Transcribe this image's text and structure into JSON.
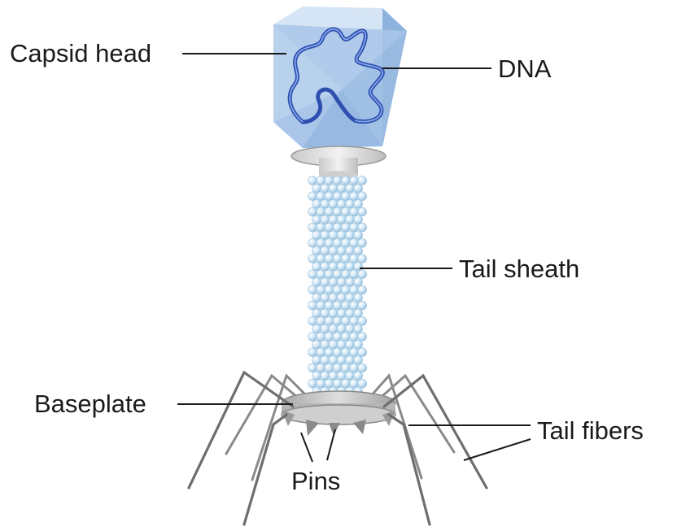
{
  "labels": {
    "capsid_head": "Capsid head",
    "dna": "DNA",
    "tail_sheath": "Tail sheath",
    "baseplate": "Baseplate",
    "tail_fibers": "Tail fibers",
    "pins": "Pins"
  },
  "colors": {
    "capsid_face_light": "#c9dcf1",
    "capsid_face_mid": "#a9c5e8",
    "capsid_face_dark": "#8eb2de",
    "dna": "#2e4fb0",
    "sheath_bead": "#c7e0f4",
    "collar": "#d9d9d9",
    "baseplate": "#bfbfbf",
    "fiber": "#6e6e6e"
  }
}
